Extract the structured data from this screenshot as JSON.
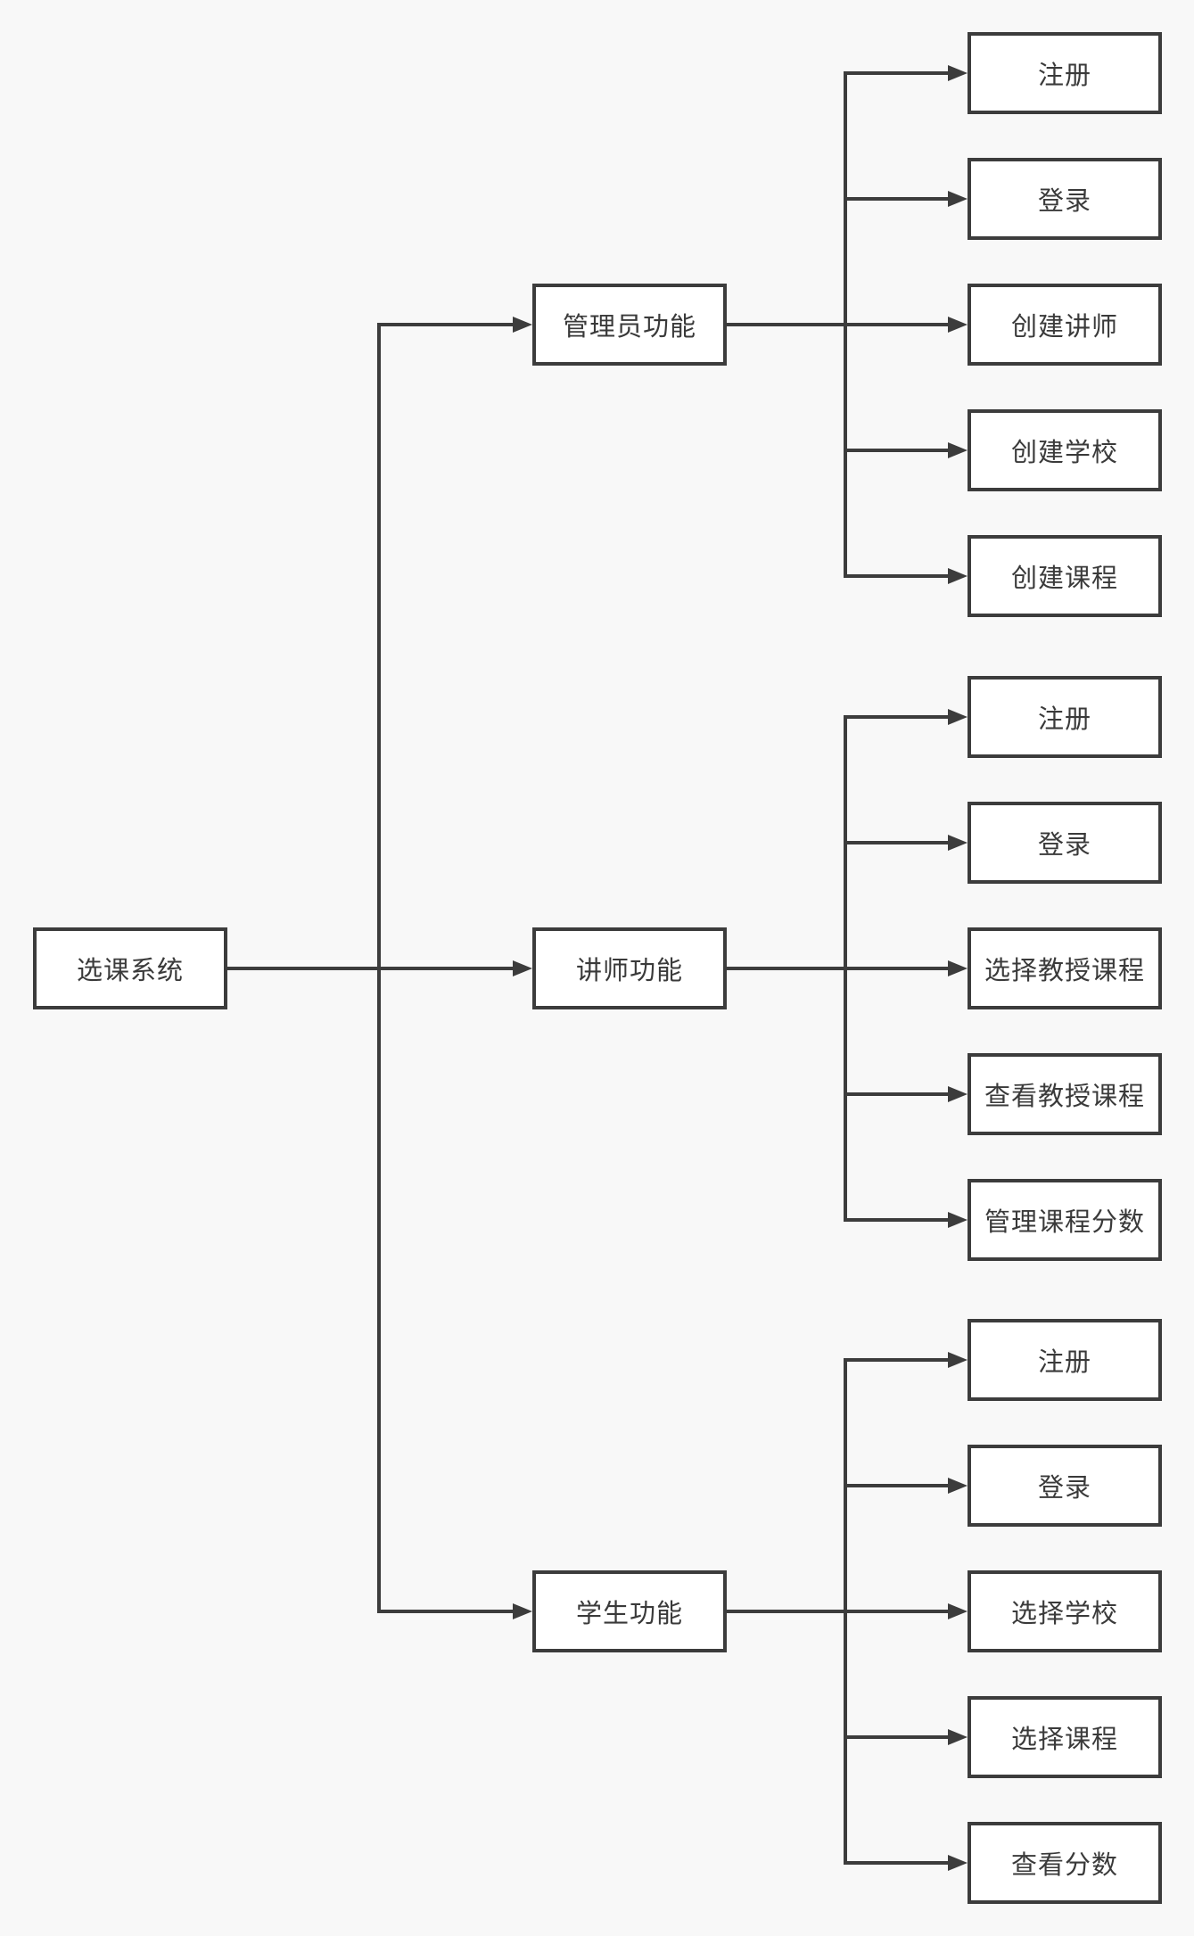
{
  "colors": {
    "background": "#f8f8f8",
    "node_fill": "#ffffff",
    "line": "#3c3c3c",
    "text": "#3a3a3a"
  },
  "tree": {
    "root": {
      "label": "选课系统"
    },
    "branches": [
      {
        "label": "管理员功能",
        "children": [
          {
            "label": "注册"
          },
          {
            "label": "登录"
          },
          {
            "label": "创建讲师"
          },
          {
            "label": "创建学校"
          },
          {
            "label": "创建课程"
          }
        ]
      },
      {
        "label": "讲师功能",
        "children": [
          {
            "label": "注册"
          },
          {
            "label": "登录"
          },
          {
            "label": "选择教授课程"
          },
          {
            "label": "查看教授课程"
          },
          {
            "label": "管理课程分数"
          }
        ]
      },
      {
        "label": "学生功能",
        "children": [
          {
            "label": "注册"
          },
          {
            "label": "登录"
          },
          {
            "label": "选择学校"
          },
          {
            "label": "选择课程"
          },
          {
            "label": "查看分数"
          }
        ]
      }
    ]
  }
}
